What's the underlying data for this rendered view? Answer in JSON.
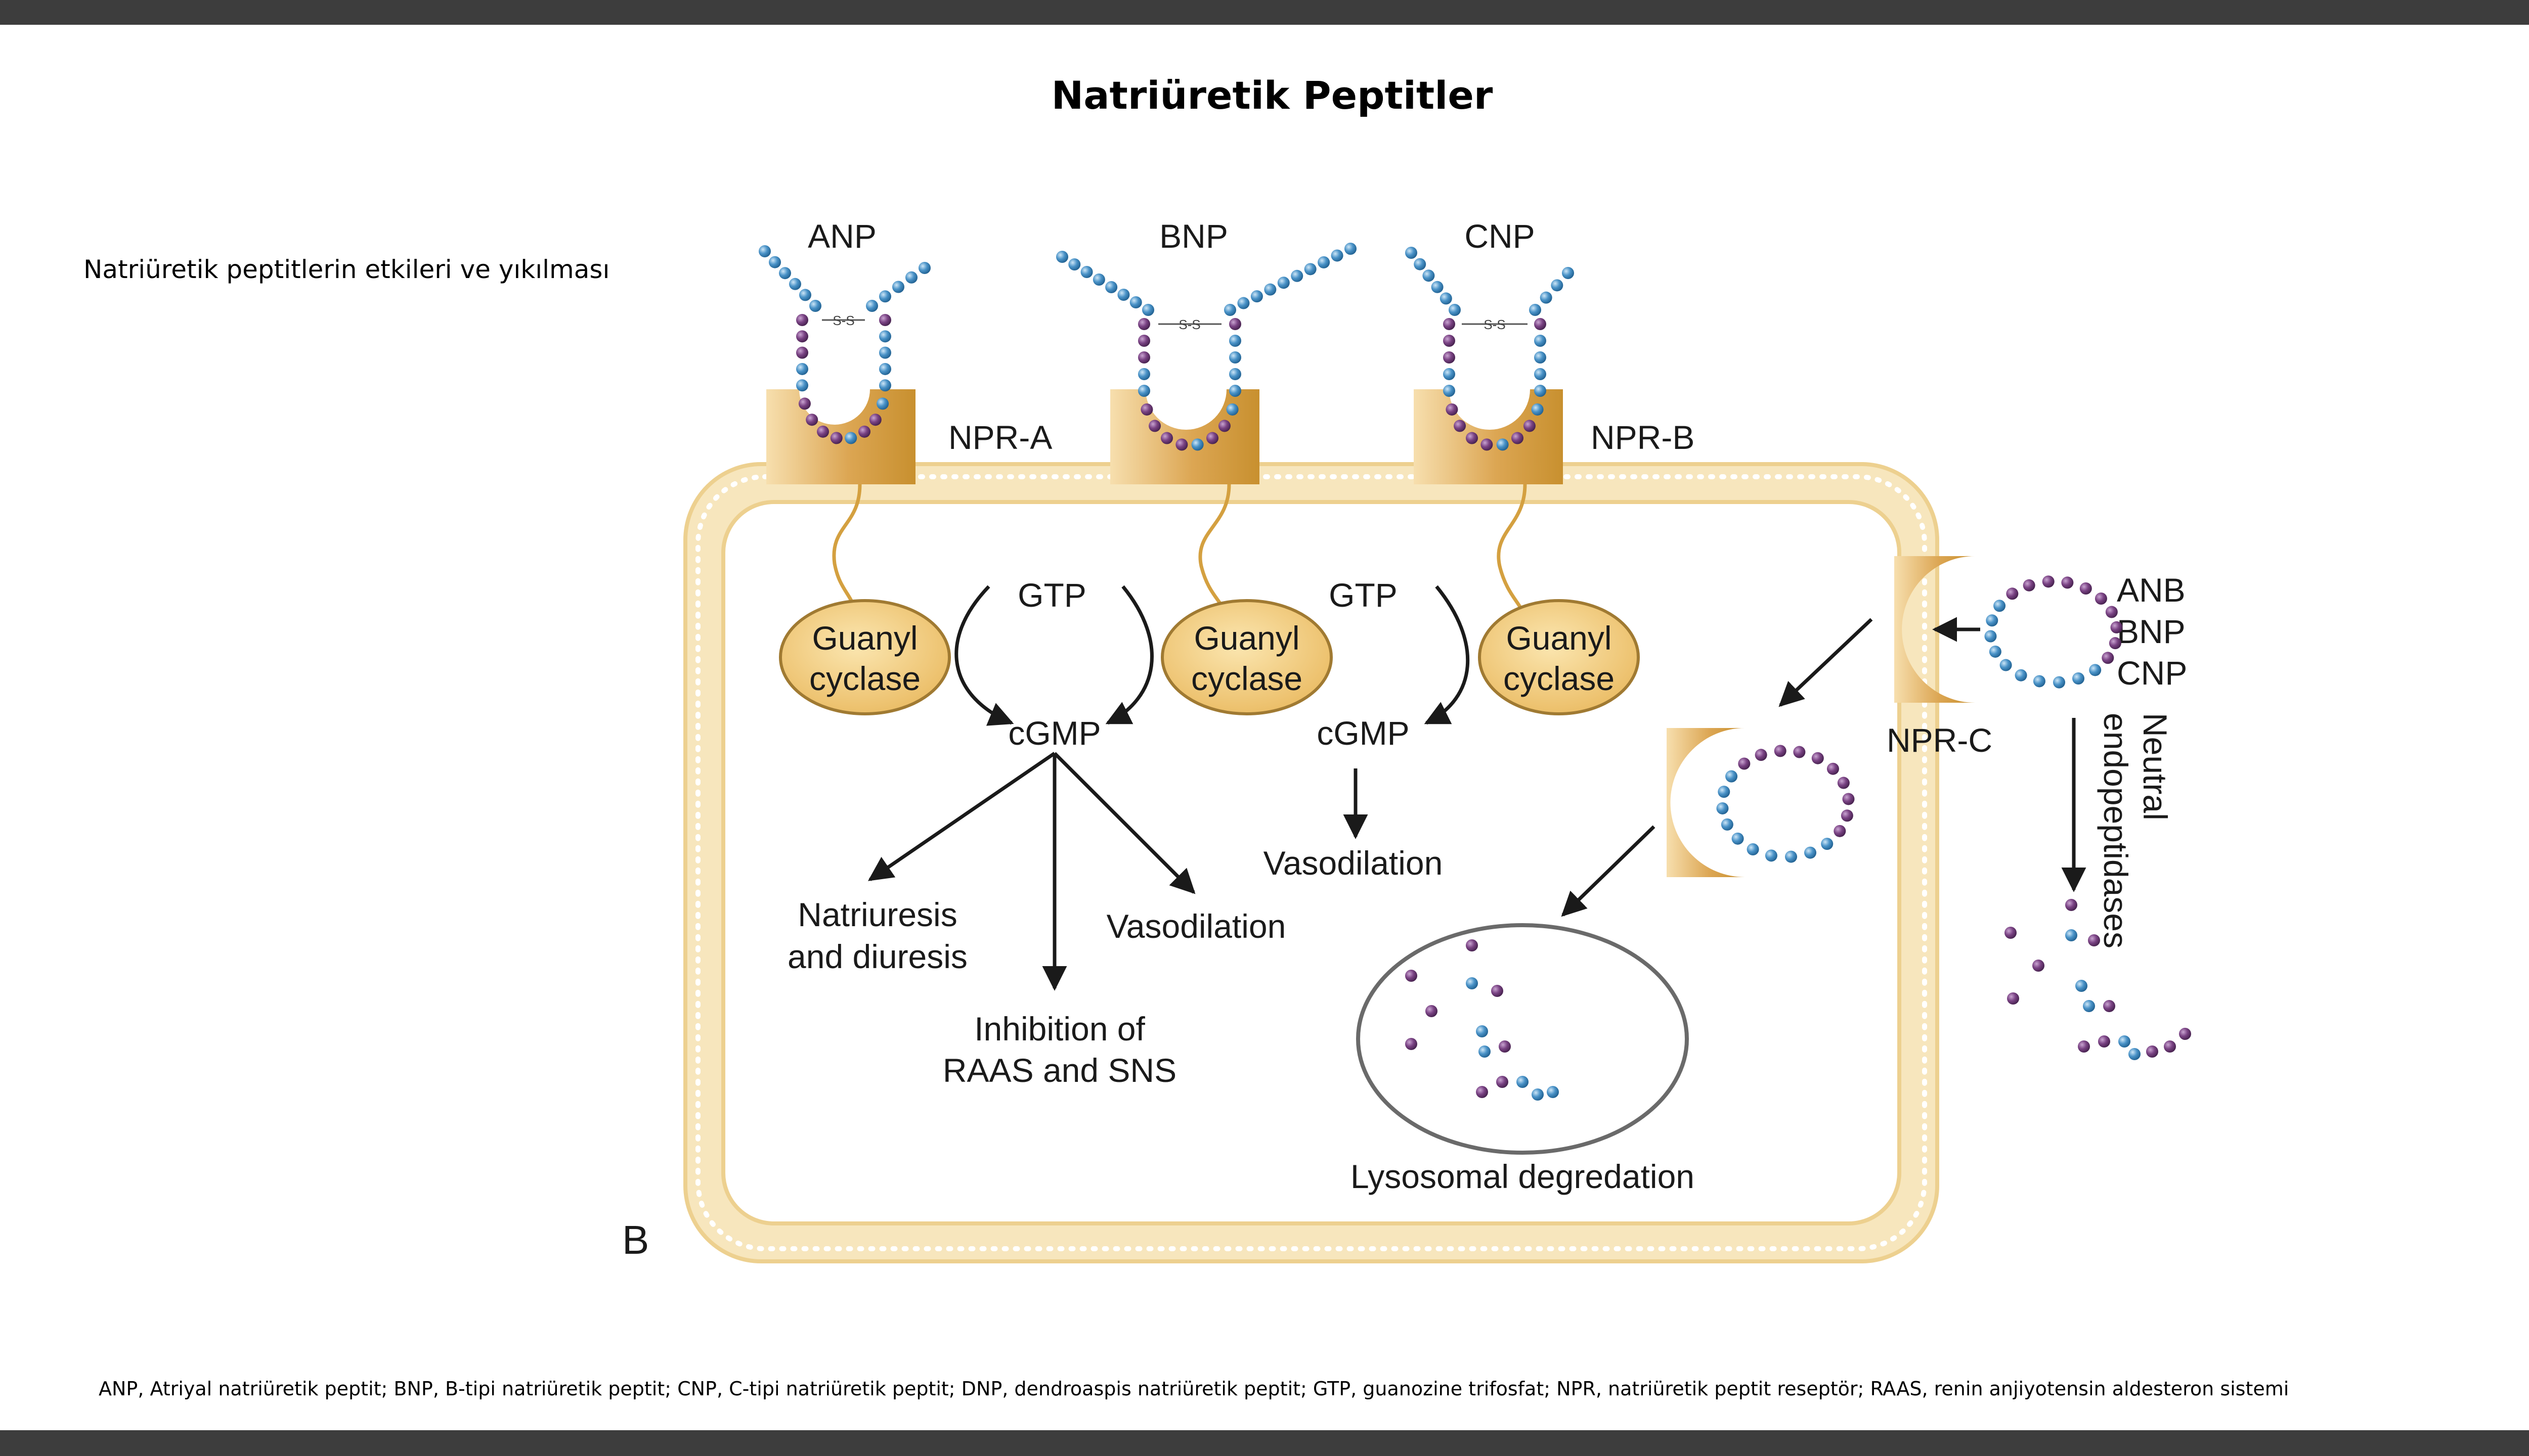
{
  "slide": {
    "title": "Natriüretik Peptitler",
    "subtitle": "Natriüretik peptitlerin etkileri ve yıkılması",
    "footnote": "ANP, Atriyal natriüretik peptit; BNP, B-tipi natriüretik peptit; CNP, C-tipi natriüretik peptit; DNP, dendroaspis natriüretik peptit; GTP, guanozine trifosfat; NPR, natriüretik peptit reseptör; RAAS, renin anjiyotensin aldesteron sistemi"
  },
  "diagram": {
    "panel_letter": "B",
    "peptides": [
      "ANP",
      "BNP",
      "CNP"
    ],
    "receptors": {
      "npr_a": "NPR-A",
      "npr_b": "NPR-B",
      "npr_c": "NPR-C"
    },
    "enzyme_line1": "Guanyl",
    "enzyme_line2": "cyclase",
    "substrate": "GTP",
    "product": "cGMP",
    "ssbond": "S-S",
    "effects": {
      "natriuresis_1": "Natriuresis",
      "natriuresis_2": "and diuresis",
      "vasodilation": "Vasodilation",
      "inhibition_1": "Inhibition of",
      "inhibition_2": "RAAS and SNS"
    },
    "clearance_labels": [
      "ANB",
      "BNP",
      "CNP"
    ],
    "neutral_1": "Neutral",
    "neutral_2": "endopeptidases",
    "lysosome": "Lysosomal degredation"
  },
  "colors": {
    "background": "#3d3d3d",
    "slide": "#ffffff",
    "membrane": "#f6e3b4",
    "membrane_stroke": "#ecd096",
    "receptor_gold": "#d9a24a",
    "guanyl_fill": "#f2cf82",
    "guanyl_stroke": "#9a7530",
    "bead_blue": "#4a93c8",
    "bead_purple": "#6e3b78",
    "tether": "#d4a040",
    "lysosome_stroke": "#666666"
  }
}
